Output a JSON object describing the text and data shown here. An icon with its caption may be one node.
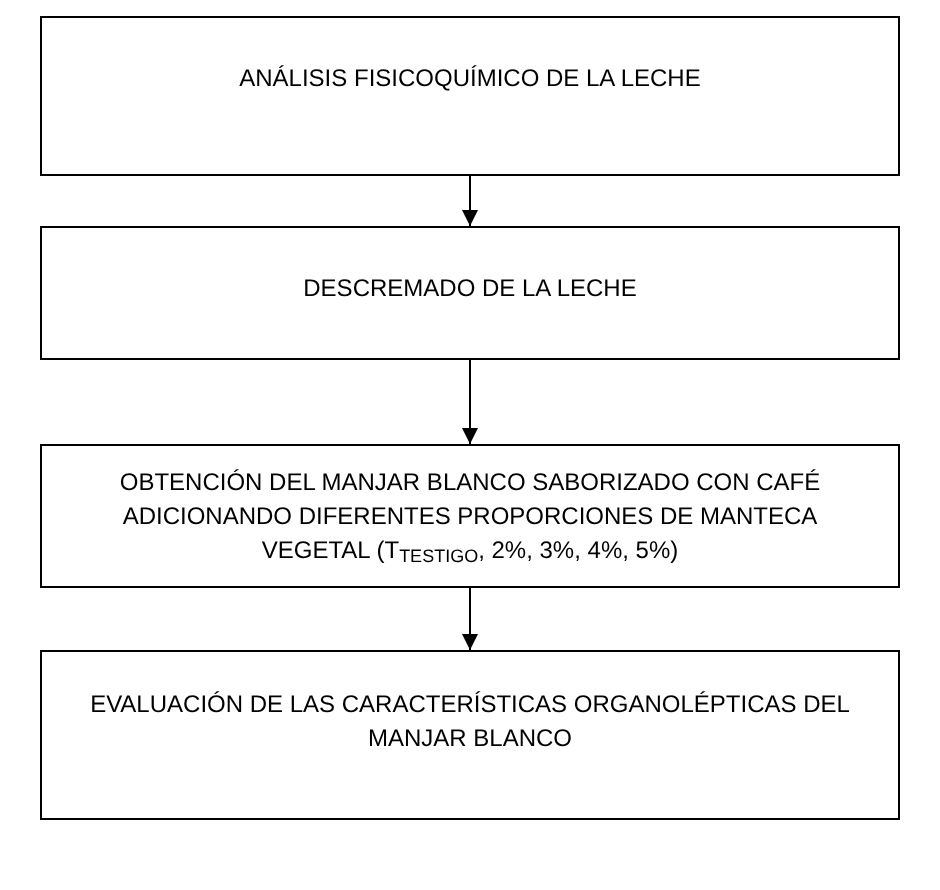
{
  "diagram": {
    "nodes": [
      {
        "text": [
          "ANÁLISIS FISICOQUÍMICO DE LA LECHE"
        ]
      },
      {
        "text": [
          "DESCREMADO DE LA LECHE"
        ]
      },
      {
        "text": [
          "OBTENCIÓN DEL MANJAR BLANCO SABORIZADO CON CAFÉ ADICIONANDO DIFERENTES PROPORCIONES DE MANTECA VEGETAL (T$_{TESTIGO}$, 2%, 3%, 4%, 5%)"
        ]
      },
      {
        "text": [
          "EVALUACIÓN DE LAS CARACTERÍSTICAS ORGANOLÉPTICAS DEL MANJAR BLANCO"
        ]
      }
    ],
    "edges": [
      {
        "from": 0,
        "to": 1,
        "arrow": "to"
      },
      {
        "from": 1,
        "to": 2,
        "arrow": "to"
      },
      {
        "from": 2,
        "to": 3,
        "arrow": "to"
      }
    ]
  }
}
